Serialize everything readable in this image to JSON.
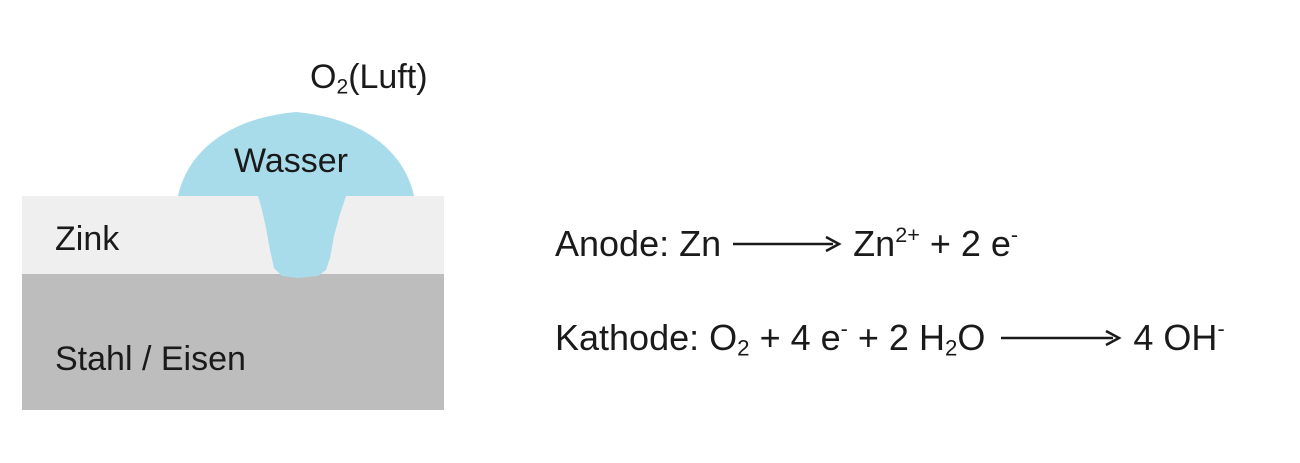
{
  "diagram": {
    "air_label": {
      "prefix": "O",
      "subscript": "2",
      "suffix": "(Luft)"
    },
    "water_label": "Wasser",
    "zinc_label": "Zink",
    "steel_label": "Stahl / Eisen",
    "colors": {
      "water": "#a9dceb",
      "zinc_layer": "#efefef",
      "steel_layer": "#bdbdbd",
      "text": "#1a1a1a"
    }
  },
  "equations": {
    "anode": {
      "label": "Anode:",
      "reactant": "Zn",
      "product_base": "Zn",
      "product_charge": "2+",
      "electrons": "+ 2 e",
      "electron_charge": "-"
    },
    "cathode": {
      "label": "Kathode:",
      "o2_base": "O",
      "o2_sub": "2",
      "plus_electrons": "+ 4 e",
      "electron_charge": "-",
      "plus_water_base": "+ 2 H",
      "water_sub": "2",
      "water_end": "O",
      "product": "4 OH",
      "product_charge": "-"
    }
  }
}
